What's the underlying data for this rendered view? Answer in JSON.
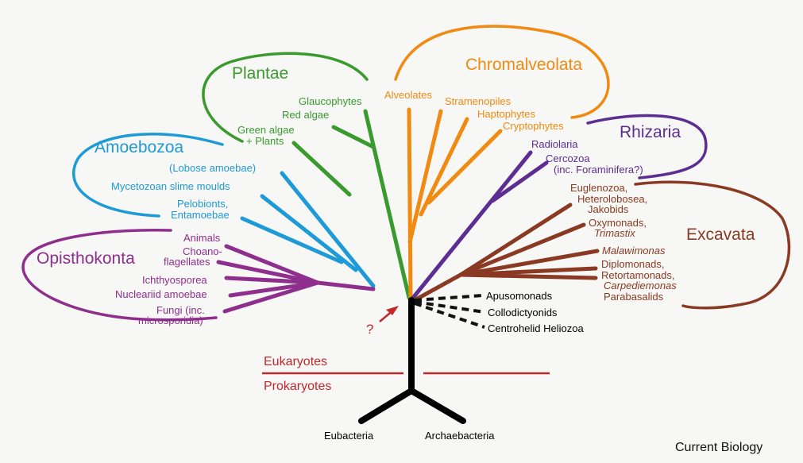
{
  "groups": {
    "plantae": {
      "title": "Plantae",
      "color": "#3a9a2e",
      "items": [
        "Glaucophytes",
        "Red algae",
        "Green algae",
        "+ Plants"
      ]
    },
    "chromalveolata": {
      "title": "Chromalveolata",
      "color": "#f08a10",
      "items": [
        "Alveolates",
        "Stramenopiles",
        "Haptophytes",
        "Cryptophytes"
      ]
    },
    "rhizaria": {
      "title": "Rhizaria",
      "color": "#5c2e91",
      "items": [
        "Radiolaria",
        "Cercozoa",
        "(inc. Foraminifera?)"
      ]
    },
    "excavata": {
      "title": "Excavata",
      "color": "#8a3a22",
      "items": [
        "Euglenozoa,",
        "Heterolobosea,",
        "Jakobids",
        "Oxymonads,",
        "Trimastix",
        "Malawimonas",
        "Diplomonads,",
        "Retortamonads,",
        "Carpediemonas",
        "Parabasalids"
      ]
    },
    "amoebozoa": {
      "title": "Amoebozoa",
      "color": "#1e9ad6",
      "items": [
        "(Lobose amoebae)",
        "Mycetozoan slime moulds",
        "Pelobionts,",
        "Entamoebae"
      ]
    },
    "opisthokonta": {
      "title": "Opisthokonta",
      "color": "#8e2f8e",
      "items": [
        "Animals",
        "Choano-",
        "flagellates",
        "Ichthyosporea",
        "Nucleariid amoebae",
        "Fungi (inc.",
        "microsporidia)"
      ]
    }
  },
  "unplaced": [
    "Apusomonads",
    "Collodictyonids",
    "Centrohelid Heliozoa"
  ],
  "root_marker": "?",
  "divider": {
    "upper": "Eukaryotes",
    "lower": "Prokaryotes",
    "color": "#c0282a"
  },
  "domains": [
    "Eubacteria",
    "Archaebacteria"
  ],
  "source": "Current Biology"
}
